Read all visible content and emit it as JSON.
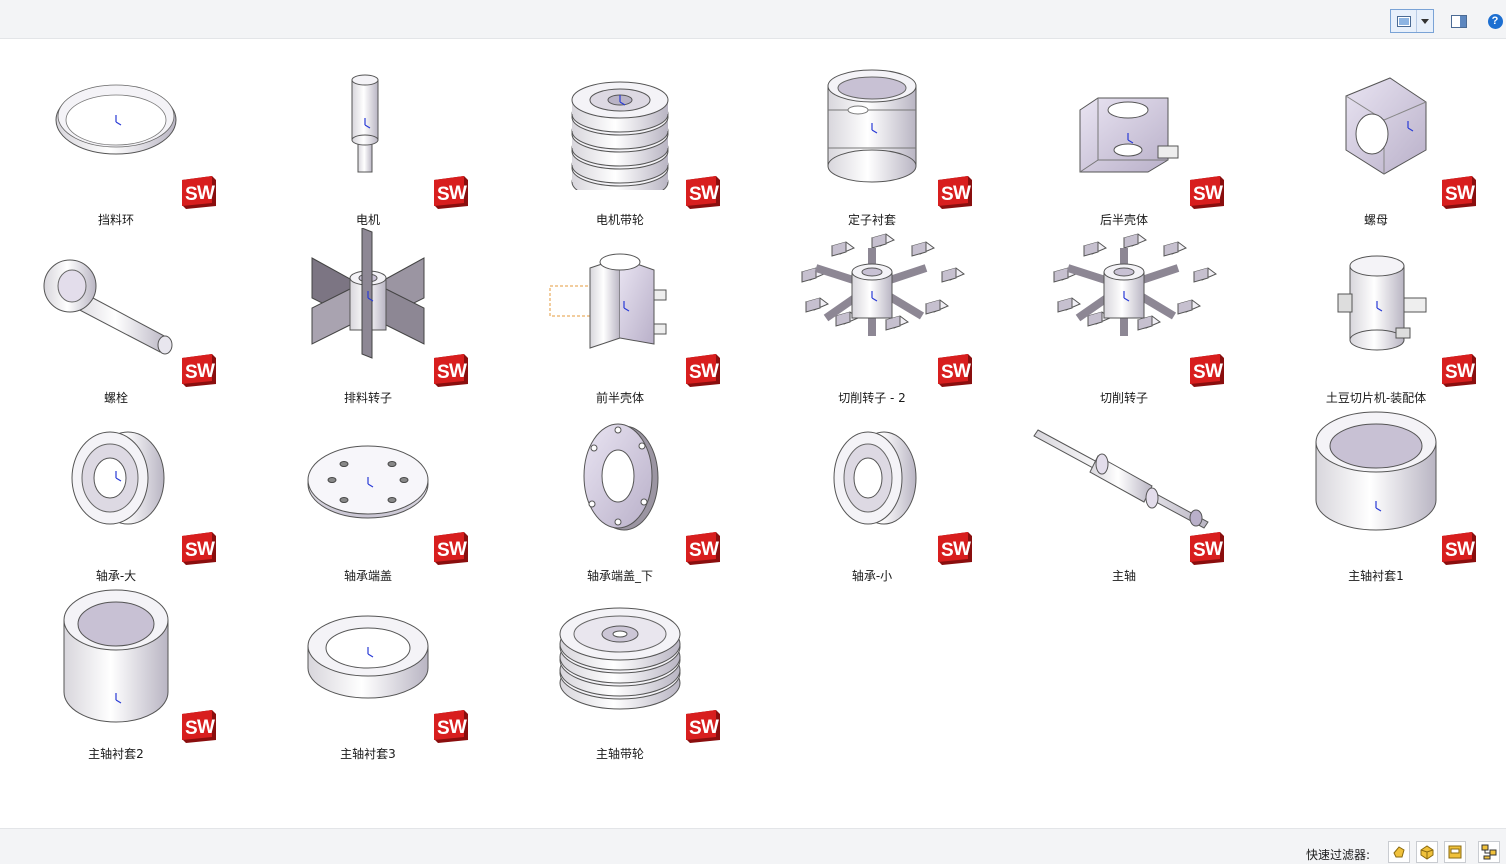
{
  "toolbar": {
    "view_mode_icon": "thumbnail-view-icon",
    "dropdown_icon": "chevron-down-icon",
    "pane_icon": "preview-pane-icon",
    "help_label": "?"
  },
  "items": [
    {
      "label": "挡料环",
      "icon": "retaining-ring-thumbnail"
    },
    {
      "label": "电机",
      "icon": "motor-thumbnail"
    },
    {
      "label": "电机带轮",
      "icon": "motor-pulley-thumbnail"
    },
    {
      "label": "定子衬套",
      "icon": "stator-bushing-thumbnail"
    },
    {
      "label": "后半壳体",
      "icon": "rear-housing-thumbnail"
    },
    {
      "label": "螺母",
      "icon": "nut-thumbnail"
    },
    {
      "label": "螺栓",
      "icon": "bolt-thumbnail"
    },
    {
      "label": "排料转子",
      "icon": "discharge-rotor-thumbnail"
    },
    {
      "label": "前半壳体",
      "icon": "front-housing-thumbnail"
    },
    {
      "label": "切削转子 - 2",
      "icon": "cutting-rotor-2-thumbnail"
    },
    {
      "label": "切削转子",
      "icon": "cutting-rotor-thumbnail"
    },
    {
      "label": "土豆切片机-装配体",
      "icon": "assembly-thumbnail"
    },
    {
      "label": "轴承-大",
      "icon": "large-bearing-thumbnail"
    },
    {
      "label": "轴承端盖",
      "icon": "bearing-cover-thumbnail"
    },
    {
      "label": "轴承端盖_下",
      "icon": "lower-bearing-cover-thumbnail"
    },
    {
      "label": "轴承-小",
      "icon": "small-bearing-thumbnail"
    },
    {
      "label": "主轴",
      "icon": "spindle-thumbnail"
    },
    {
      "label": "主轴衬套1",
      "icon": "spindle-bushing-1-thumbnail"
    },
    {
      "label": "主轴衬套2",
      "icon": "spindle-bushing-2-thumbnail"
    },
    {
      "label": "主轴衬套3",
      "icon": "spindle-bushing-3-thumbnail"
    },
    {
      "label": "主轴带轮",
      "icon": "spindle-pulley-thumbnail"
    }
  ],
  "badge": {
    "text": "SW",
    "color": "#d81e1e"
  },
  "statusbar": {
    "filter_label": "快速过滤器:",
    "filters": [
      "filter-parts-icon",
      "filter-assemblies-icon",
      "filter-drawings-icon",
      "filter-top-level-icon"
    ]
  }
}
